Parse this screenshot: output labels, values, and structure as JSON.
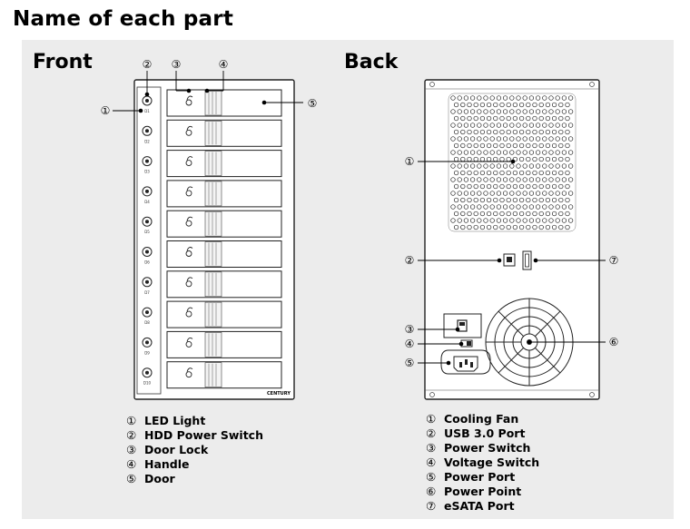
{
  "title": "Name of each part",
  "front": {
    "title": "Front",
    "brand": "CENTURY",
    "bay_labels": [
      "D1",
      "D2",
      "D3",
      "D4",
      "D5",
      "D6",
      "D7",
      "D8",
      "D9",
      "D10"
    ],
    "callouts": [
      "①",
      "②",
      "③",
      "④",
      "⑤"
    ],
    "legend": [
      {
        "num": "①",
        "label": "LED Light"
      },
      {
        "num": "②",
        "label": "HDD Power Switch"
      },
      {
        "num": "③",
        "label": "Door Lock"
      },
      {
        "num": "④",
        "label": "Handle"
      },
      {
        "num": "⑤",
        "label": "Door"
      }
    ]
  },
  "back": {
    "title": "Back",
    "callouts": [
      "①",
      "②",
      "③",
      "④",
      "⑤",
      "⑥",
      "⑦"
    ],
    "legend": [
      {
        "num": "①",
        "label": "Cooling Fan"
      },
      {
        "num": "②",
        "label": "USB 3.0 Port"
      },
      {
        "num": "③",
        "label": "Power Switch"
      },
      {
        "num": "④",
        "label": "Voltage Switch"
      },
      {
        "num": "⑤",
        "label": "Power Port"
      },
      {
        "num": "⑥",
        "label": "Power Point"
      },
      {
        "num": "⑦",
        "label": "eSATA Port"
      }
    ]
  }
}
